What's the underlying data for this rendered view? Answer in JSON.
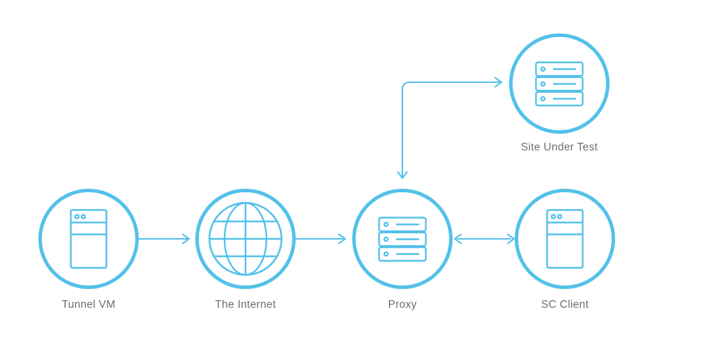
{
  "diagram": {
    "background_color": "#ffffff",
    "accent_color": "#53c1e9",
    "label_color": "#6d6e71",
    "nodes": [
      {
        "id": "tunnel-vm",
        "label": "Tunnel VM",
        "icon": "tower-server-icon"
      },
      {
        "id": "the-internet",
        "label": "The Internet",
        "icon": "globe-icon"
      },
      {
        "id": "proxy",
        "label": "Proxy",
        "icon": "server-stack-icon"
      },
      {
        "id": "sc-client",
        "label": "SC Client",
        "icon": "tower-server-icon"
      },
      {
        "id": "site-under-test",
        "label": "Site Under Test",
        "icon": "server-stack-icon"
      }
    ],
    "connections": [
      {
        "from": "tunnel-vm",
        "to": "the-internet",
        "direction": "one-way-right"
      },
      {
        "from": "the-internet",
        "to": "proxy",
        "direction": "one-way-right"
      },
      {
        "from": "proxy",
        "to": "sc-client",
        "direction": "two-way"
      },
      {
        "from": "proxy",
        "to": "site-under-test",
        "direction": "two-way-elbow"
      }
    ]
  }
}
